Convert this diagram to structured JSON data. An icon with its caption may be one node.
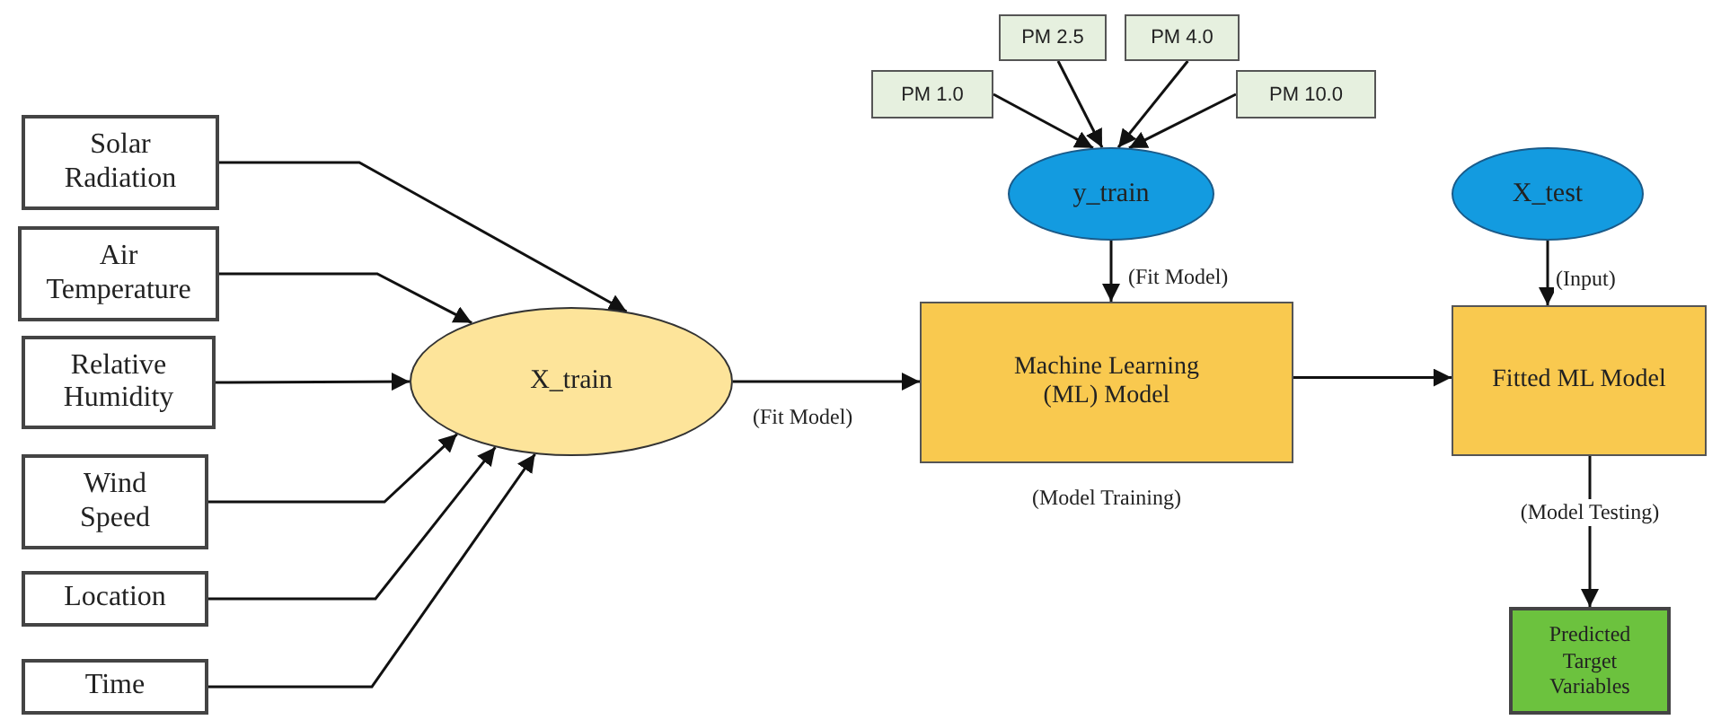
{
  "diagram": {
    "nodes": [
      {
        "text": [
          "Solar Radiation"
        ]
      },
      {
        "text": [
          "Air Temperature"
        ]
      },
      {
        "text": [
          "Relative Humidity"
        ]
      },
      {
        "text": [
          "Wind Speed"
        ]
      },
      {
        "text": [
          "Location"
        ]
      },
      {
        "text": [
          "Time"
        ]
      },
      {
        "text": [
          "X_train"
        ]
      },
      {
        "text": [
          "PM 1.0"
        ]
      },
      {
        "text": [
          "PM 2.5"
        ]
      },
      {
        "text": [
          "PM 4.0"
        ]
      },
      {
        "text": [
          "PM 10.0"
        ]
      },
      {
        "text": [
          "y_train"
        ]
      },
      {
        "text": [
          "Machine Learning (ML) Model"
        ],
        "beside": [
          "(Model Training)"
        ]
      },
      {
        "text": [
          "X_test"
        ]
      },
      {
        "text": [
          "Fitted ML Model"
        ]
      },
      {
        "text": [
          "Predicted Target Variables"
        ]
      }
    ],
    "edges": [
      {
        "from": 0,
        "to": 6,
        "arrow": "to"
      },
      {
        "from": 1,
        "to": 6,
        "arrow": "to"
      },
      {
        "from": 2,
        "to": 6,
        "arrow": "to"
      },
      {
        "from": 3,
        "to": 6,
        "arrow": "to"
      },
      {
        "from": 4,
        "to": 6,
        "arrow": "to"
      },
      {
        "from": 5,
        "to": 6,
        "arrow": "to"
      },
      {
        "from": 7,
        "to": 11,
        "arrow": "to"
      },
      {
        "from": 8,
        "to": 11,
        "arrow": "to"
      },
      {
        "from": 9,
        "to": 11,
        "arrow": "to"
      },
      {
        "from": 10,
        "to": 11,
        "arrow": "to"
      },
      {
        "from": 6,
        "to": 12,
        "arrow": "to",
        "label": "(Fit Model)"
      },
      {
        "from": 11,
        "to": 12,
        "arrow": "to",
        "label": "(Fit Model)"
      },
      {
        "from": 12,
        "to": 14,
        "arrow": "to"
      },
      {
        "from": 13,
        "to": 14,
        "arrow": "to",
        "label": "(Input)"
      },
      {
        "from": 14,
        "to": 15,
        "arrow": "to",
        "label": "(Model Testing)"
      }
    ]
  }
}
